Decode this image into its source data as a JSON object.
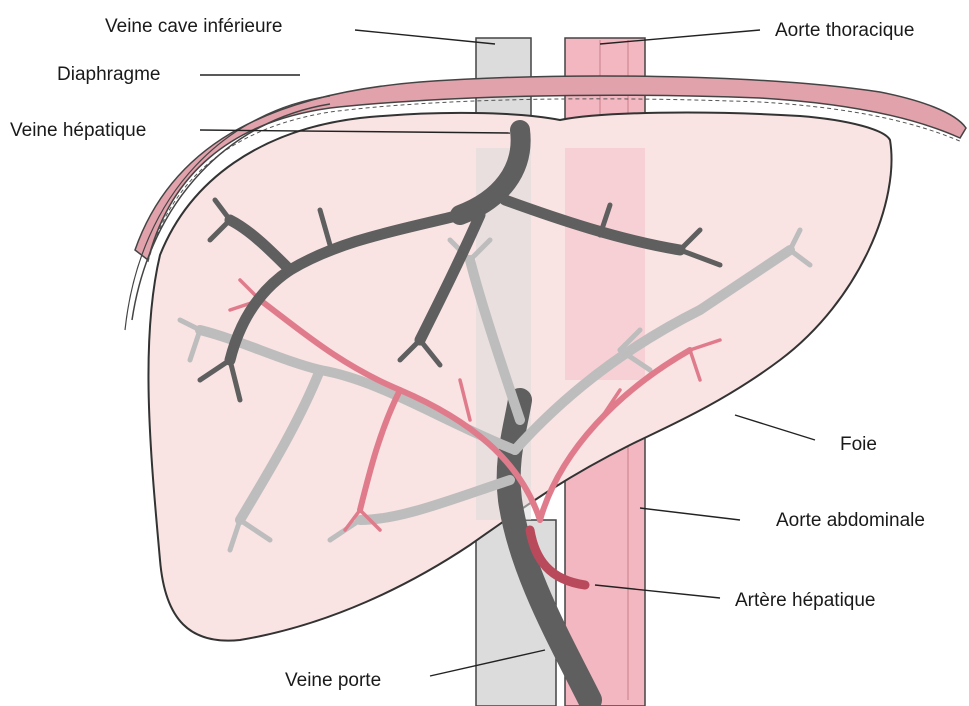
{
  "labels": {
    "inferior_vena_cava": "Veine cave inférieure",
    "thoracic_aorta": "Aorte thoracique",
    "diaphragm": "Diaphragme",
    "hepatic_vein": "Veine hépatique",
    "liver": "Foie",
    "abdominal_aorta": "Aorte abdominale",
    "hepatic_artery": "Artère hépatique",
    "portal_vein": "Veine porte"
  },
  "colors": {
    "liver_fill": "#f9e3e3",
    "aorta_fill": "#f2b7c0",
    "vena_cava_fill": "#dcdcdc",
    "diaphragm_fill": "#e2a2ac",
    "vein_dark": "#5f5f5f",
    "vein_light": "#bdbdbd",
    "artery": "#e07b8c",
    "hepatic_artery": "#b94a5c"
  }
}
